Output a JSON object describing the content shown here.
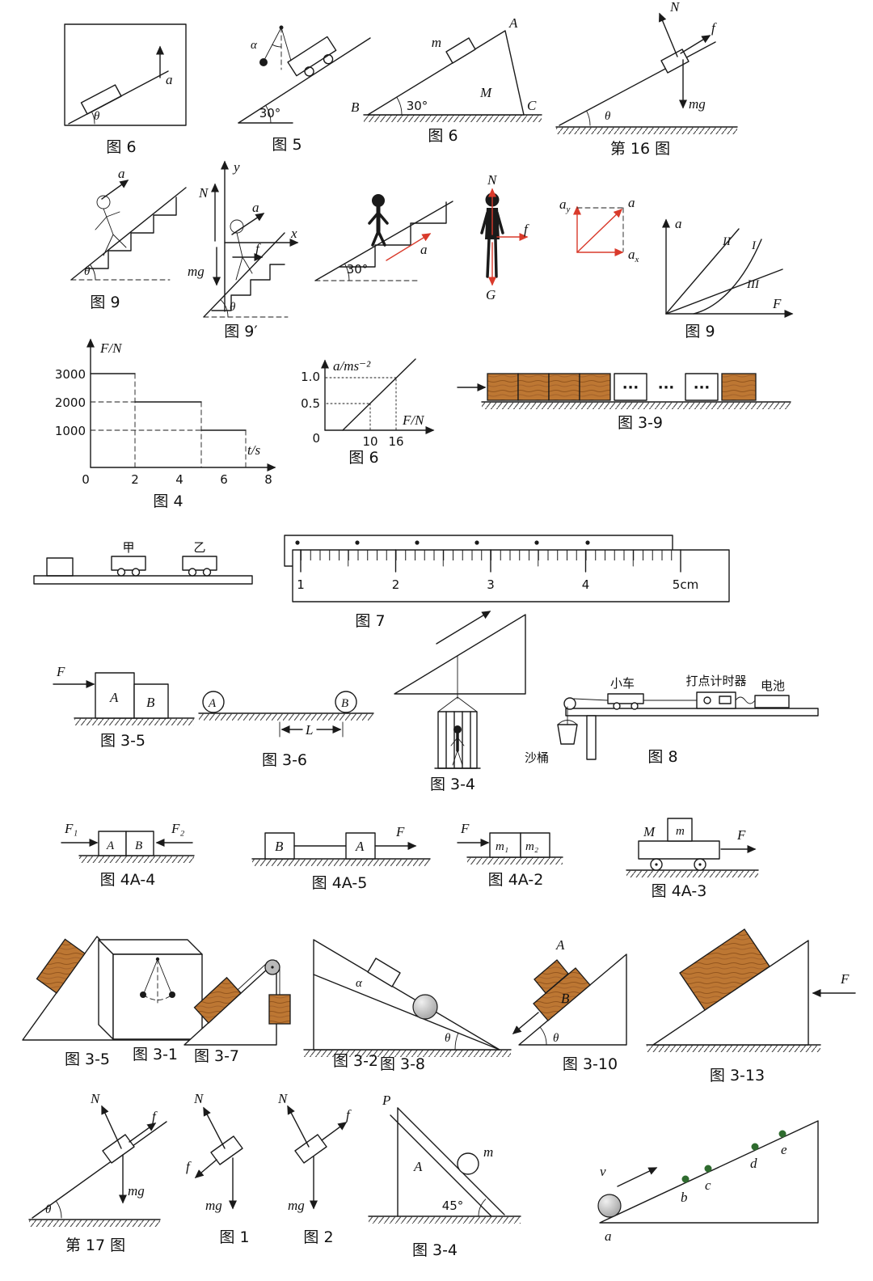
{
  "palette": {
    "ink": "#1a1a1a",
    "red_arrow": "#d93a2b",
    "wood": "#bd7733",
    "green_dot": "#2e6b2e"
  },
  "figures": {
    "box_incline": {
      "caption": "图 6",
      "a": "a",
      "theta": "θ"
    },
    "cart_pendulum": {
      "caption": "图 5",
      "alpha": "α",
      "angle": "30°"
    },
    "wedge_mM": {
      "caption": "图 6",
      "A": "A",
      "m": "m",
      "B": "B",
      "angle": "30°",
      "M": "M",
      "C": "C"
    },
    "incline16": {
      "caption": "第 16 图",
      "N": "N",
      "f": "f",
      "mg": "mg",
      "theta": "θ"
    },
    "stairs9": {
      "caption": "图 9",
      "a": "a",
      "theta": "θ"
    },
    "stairs9p": {
      "caption": "图 9′",
      "y": "y",
      "x": "x",
      "N": "N",
      "a": "a",
      "f": "f",
      "mg": "mg",
      "theta": "θ"
    },
    "stairs30": {
      "angle": "30°",
      "a": "a"
    },
    "person_forces": {
      "N": "N",
      "G": "G",
      "f": "f"
    },
    "vector_decomp": {
      "a": "a",
      "base": "a",
      "sub_x": "x",
      "sub_y": "y"
    },
    "graph_aF": {
      "caption": "图 9",
      "a": "a",
      "F": "F",
      "c1": "I",
      "c2": "II",
      "c3": "III"
    },
    "graph_Ft": {
      "caption": "图 4",
      "ylabel": "F/N",
      "xlabel": "t/s",
      "y_ticks": [
        "3000",
        "2000",
        "1000"
      ],
      "x_ticks": [
        "0",
        "2",
        "4",
        "6",
        "8"
      ],
      "chart_data": {
        "type": "line",
        "title": "F vs t step graph",
        "x": [
          0,
          2,
          2,
          5,
          5,
          7
        ],
        "y": [
          3000,
          3000,
          2000,
          2000,
          1000,
          1000
        ],
        "xlabel": "t/s",
        "ylabel": "F/N",
        "xlim": [
          0,
          8
        ],
        "ylim": [
          0,
          3000
        ]
      }
    },
    "graph_aFline": {
      "caption": "图 6",
      "ylabel": "a/ms⁻²",
      "xlabel": "F/N",
      "y_ticks": [
        "1.0",
        "0.5",
        "0"
      ],
      "x_ticks": [
        "10",
        "16"
      ],
      "chart_data": {
        "type": "line",
        "title": "a vs F",
        "x": [
          4,
          10,
          16
        ],
        "y": [
          0,
          0.5,
          1.0
        ],
        "xlabel": "F/N",
        "ylabel": "a/ms⁻²",
        "grid": "dotted-guides"
      }
    },
    "boxes39": {
      "caption": "图 3-9",
      "dots": "···"
    },
    "carts": {
      "jia": "甲",
      "yi": "乙"
    },
    "ruler": {
      "caption": "图 7",
      "ticks": [
        "1",
        "2",
        "3",
        "4",
        "5cm"
      ]
    },
    "blocks35": {
      "caption": "图 3-5",
      "F": "F",
      "A": "A",
      "B": "B"
    },
    "balls36": {
      "caption": "图 3-6",
      "A": "A",
      "B": "B",
      "L": "L"
    },
    "cage34": {
      "caption": "图 3-4"
    },
    "table8": {
      "caption": "图 8",
      "cart": "小车",
      "timer": "打点计时器",
      "battery": "电池",
      "bucket": "沙桶"
    },
    "f4a4": {
      "caption": "图 4A-4",
      "F1": "F₁",
      "F2": "F₂",
      "A": "A",
      "B": "B"
    },
    "f4a5": {
      "caption": "图 4A-5",
      "F": "F",
      "A": "A",
      "B": "B"
    },
    "f4a2": {
      "caption": "图 4A-2",
      "F": "F",
      "m1": "m₁",
      "m2": "m₂"
    },
    "f4a3": {
      "caption": "图 4A-3",
      "F": "F",
      "M": "M",
      "m": "m"
    },
    "wedge35b": {
      "caption": "图 3-5"
    },
    "room31": {
      "caption": "图 3-1"
    },
    "pulley37": {
      "caption": "图 3-7"
    },
    "incline32": {
      "caption_a": "图 3-2",
      "caption_b": "图 3-8",
      "alpha": "α",
      "theta": "θ"
    },
    "incline310": {
      "caption": "图 3-10",
      "A": "A",
      "B": "B",
      "theta": "θ"
    },
    "incline313": {
      "caption": "图 3-13",
      "F": "F"
    },
    "incline17": {
      "caption": "第 17 图",
      "N": "N",
      "f": "f",
      "mg": "mg",
      "theta": "θ"
    },
    "fig1": {
      "caption": "图 1",
      "N": "N",
      "f": "f",
      "mg": "mg"
    },
    "fig2": {
      "caption": "图 2",
      "N": "N",
      "f": "f",
      "mg": "mg"
    },
    "plank34": {
      "caption": "图 3-4",
      "P": "P",
      "A": "A",
      "m": "m",
      "angle": "45°"
    },
    "ball_points": {
      "v": "v",
      "a": "a",
      "b": "b",
      "c": "c",
      "d": "d",
      "e": "e"
    }
  }
}
